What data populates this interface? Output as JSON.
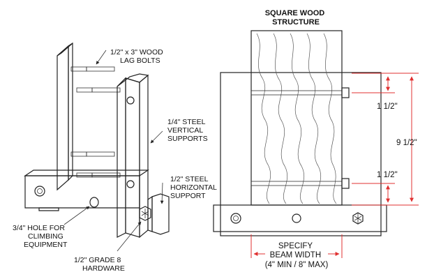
{
  "left_view": {
    "lag_bolts_label": [
      "1/2\" x 3\" WOOD",
      "LAG BOLTS"
    ],
    "vertical_supports_label": [
      "1/4\" STEEL",
      "VERTICAL",
      "SUPPORTS"
    ],
    "horizontal_support_label": [
      "1/2\" STEEL",
      "HORIZONTAL",
      "SUPPORT"
    ],
    "hole_label": [
      "3/4\" HOLE FOR",
      "CLIMBING",
      "EQUIPMENT"
    ],
    "hardware_label": [
      "1/2\" GRADE 8",
      "HARDWARE"
    ]
  },
  "right_view": {
    "title": [
      "SQUARE WOOD",
      "STRUCTURE"
    ],
    "dim_top": "1 1/2\"",
    "dim_total": "9 1/2\"",
    "dim_bottom": "1 1/2\"",
    "beam_width_label": [
      "SPECIFY",
      "BEAM WIDTH",
      "(4\" MIN / 8\" MAX)"
    ]
  },
  "colors": {
    "dimension": "#e03030",
    "line": "#222222"
  }
}
